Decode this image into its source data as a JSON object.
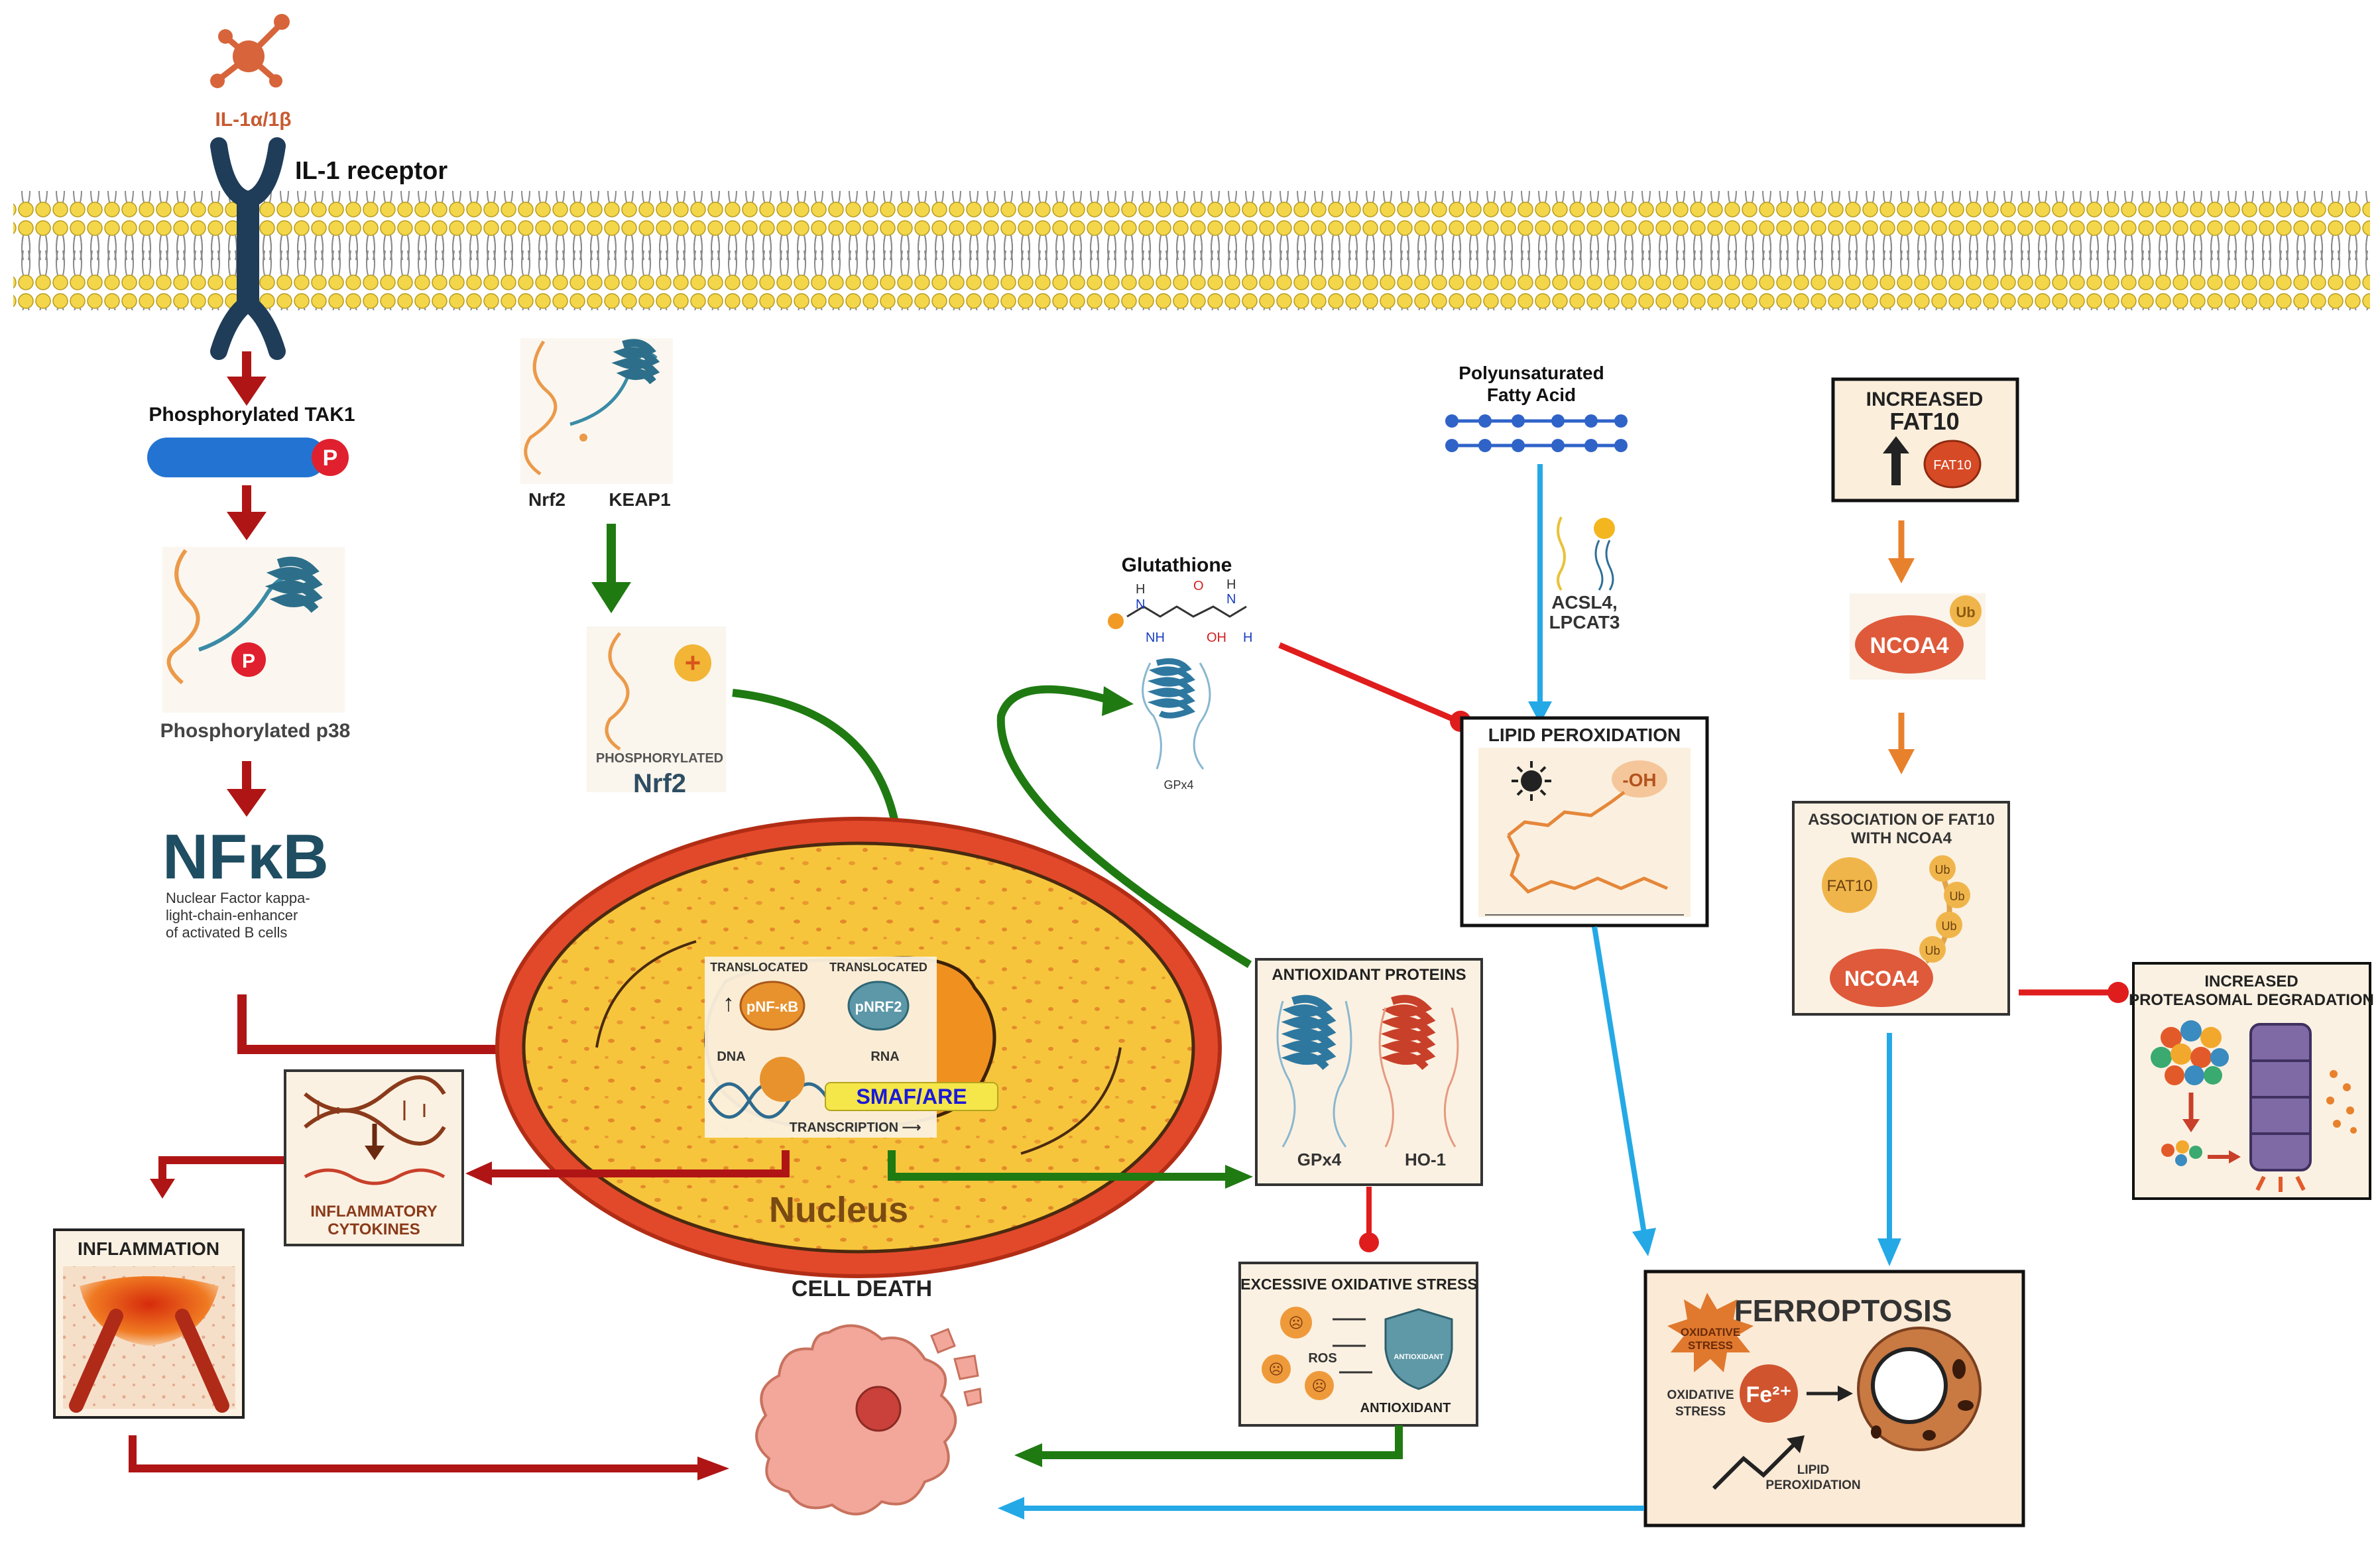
{
  "ligand": {
    "label": "IL-1α/1β"
  },
  "receptor": {
    "label": "IL-1 receptor"
  },
  "il1_pathway": {
    "tak1_label": "Phosphorylated TAK1",
    "p_badge": "P",
    "p38_label": "Phosphorylated p38",
    "nfkb_title": "NFκB",
    "nfkb_desc": [
      "Nuclear Factor kappa-",
      "light-chain-enhancer",
      "of activated B cells"
    ]
  },
  "nrf2_pathway": {
    "nrf2_label": "Nrf2",
    "keap1_label": "KEAP1",
    "phos_label": "PHOSPHORYLATED",
    "phos_nrf2": "Nrf2",
    "plus": "+"
  },
  "glutathione": {
    "title": "Glutathione",
    "h1": "H",
    "n1": "N",
    "o1": "O",
    "n2": "N",
    "h2": "H",
    "nh": "NH",
    "oh": "OH",
    "h3": "H",
    "gpx4_small": "GPx4"
  },
  "pufa": {
    "title_line1": "Polyunsaturated",
    "title_line2": "Fatty Acid",
    "enzymes_line1": "ACSL4,",
    "enzymes_line2": "LPCAT3"
  },
  "lipid_peroxidation": {
    "title": "LIPID PEROXIDATION",
    "oh": "-OH"
  },
  "fat10": {
    "increased_line1": "INCREASED",
    "increased_line2": "FAT10",
    "fat10_small": "FAT10",
    "ncoa4": "NCOA4",
    "ub": "Ub",
    "assoc_line1": "ASSOCIATION OF FAT10",
    "assoc_line2": "WITH NCOA4",
    "assoc_fat10": "FAT10",
    "assoc_ncoa4": "NCOA4"
  },
  "proteasome": {
    "line1": "INCREASED",
    "line2": "PROTEASOMAL DEGRADATION"
  },
  "nucleus": {
    "label": "Nucleus",
    "translocated1": "TRANSLOCATED",
    "translocated2": "TRANSLOCATED",
    "pnfkb": "pNF-κB",
    "pnrf2": "pNRF2",
    "dna": "DNA",
    "rna": "RNA",
    "smaf": "SMAF/ARE",
    "transcription": "TRANSCRIPTION ⟶"
  },
  "antioxidant_proteins": {
    "title": "ANTIOXIDANT PROTEINS",
    "gpx4": "GPx4",
    "ho1": "HO-1"
  },
  "cytokines": {
    "line1": "INFLAMMATORY",
    "line2": "CYTOKINES"
  },
  "inflammation": {
    "title": "INFLAMMATION"
  },
  "cell_death": {
    "label": "CELL DEATH"
  },
  "oxidative_stress": {
    "title": "EXCESSIVE OXIDATIVE STRESS",
    "ros": "ROS",
    "antioxidant": "ANTIOXIDANT",
    "shield_text": "ANTIOXIDANT"
  },
  "ferroptosis": {
    "title": "FERROPTOSIS",
    "star_line1": "OXIDATIVE",
    "star_line2": "STRESS",
    "ox_line1": "OXIDATIVE",
    "ox_line2": "STRESS",
    "fe": "Fe²⁺",
    "lp_line1": "LIPID",
    "lp_line2": "PEROXIDATION"
  },
  "colors": {
    "red": "#b01515",
    "green": "#1f7a12",
    "blue": "#24a9e6",
    "orange": "#e8812c"
  }
}
